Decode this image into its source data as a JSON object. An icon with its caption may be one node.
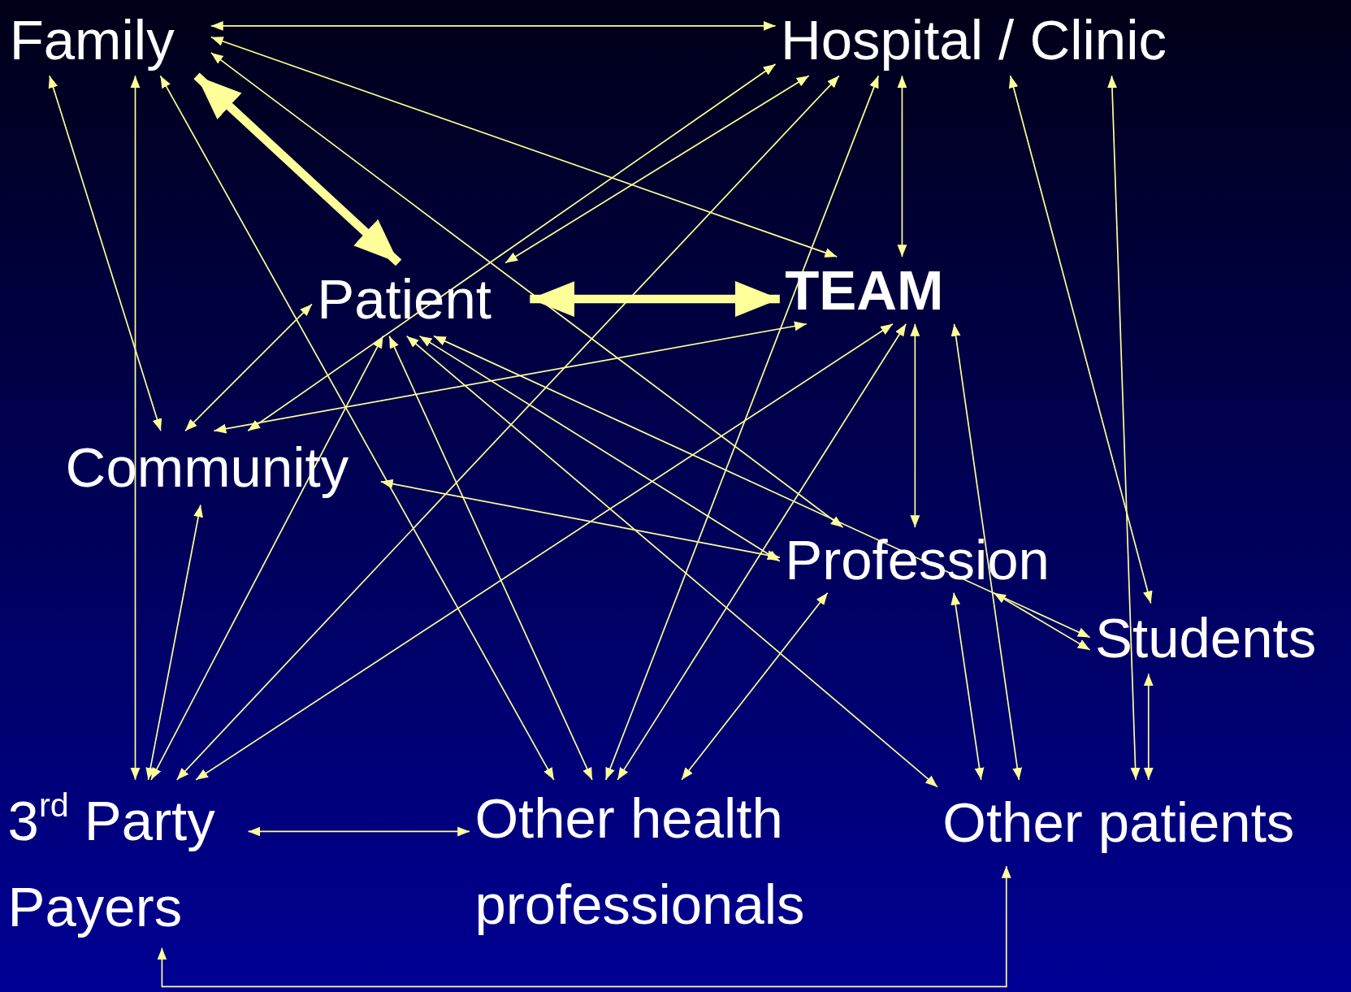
{
  "diagram": {
    "nodes": [
      {
        "text": [
          "Family"
        ]
      },
      {
        "text": [
          "Hospital / Clinic"
        ]
      },
      {
        "text": [
          "Patient"
        ]
      },
      {
        "text": [
          "TEAM"
        ]
      },
      {
        "text": [
          "Community"
        ]
      },
      {
        "text": [
          "Profession"
        ]
      },
      {
        "text": [
          "Students"
        ]
      },
      {
        "text": [
          "3$^{rd}$ Party Payers"
        ]
      },
      {
        "text": [
          "Other health professionals"
        ]
      },
      {
        "text": [
          "Other patients"
        ]
      }
    ],
    "edges": [
      {
        "from": 0,
        "to": 1,
        "arrow": "both"
      },
      {
        "from": 0,
        "to": 2,
        "arrow": "both",
        "style": "thick"
      },
      {
        "from": 2,
        "to": 3,
        "arrow": "both",
        "style": "thick"
      },
      {
        "from": 0,
        "to": 3,
        "arrow": "both"
      },
      {
        "from": 0,
        "to": 5,
        "arrow": "both"
      },
      {
        "from": 0,
        "to": 4,
        "arrow": "both"
      },
      {
        "from": 0,
        "to": 7,
        "arrow": "both"
      },
      {
        "from": 0,
        "to": 8,
        "arrow": "both"
      },
      {
        "from": 1,
        "to": 2,
        "arrow": "both"
      },
      {
        "from": 1,
        "to": 4,
        "arrow": "both"
      },
      {
        "from": 1,
        "to": 7,
        "arrow": "both"
      },
      {
        "from": 1,
        "to": 8,
        "arrow": "both"
      },
      {
        "from": 1,
        "to": 3,
        "arrow": "both"
      },
      {
        "from": 1,
        "to": 6,
        "arrow": "both"
      },
      {
        "from": 1,
        "to": 9,
        "arrow": "both"
      },
      {
        "from": 2,
        "to": 4,
        "arrow": "both"
      },
      {
        "from": 2,
        "to": 7,
        "arrow": "both"
      },
      {
        "from": 2,
        "to": 8,
        "arrow": "both"
      },
      {
        "from": 2,
        "to": 5,
        "arrow": "both"
      },
      {
        "from": 2,
        "to": 6,
        "arrow": "both"
      },
      {
        "from": 2,
        "to": 9,
        "arrow": "both"
      },
      {
        "from": 3,
        "to": 4,
        "arrow": "both"
      },
      {
        "from": 3,
        "to": 7,
        "arrow": "both"
      },
      {
        "from": 3,
        "to": 8,
        "arrow": "both"
      },
      {
        "from": 3,
        "to": 5,
        "arrow": "both"
      },
      {
        "from": 3,
        "to": 9,
        "arrow": "both"
      },
      {
        "from": 4,
        "to": 5,
        "arrow": "both"
      },
      {
        "from": 4,
        "to": 7,
        "arrow": "both"
      },
      {
        "from": 5,
        "to": 8,
        "arrow": "both"
      },
      {
        "from": 5,
        "to": 9,
        "arrow": "both"
      },
      {
        "from": 5,
        "to": 6,
        "arrow": "both"
      },
      {
        "from": 6,
        "to": 9,
        "arrow": "both"
      },
      {
        "from": 7,
        "to": 8,
        "arrow": "both"
      },
      {
        "from": 9,
        "to": 7,
        "arrow": "both"
      }
    ]
  }
}
